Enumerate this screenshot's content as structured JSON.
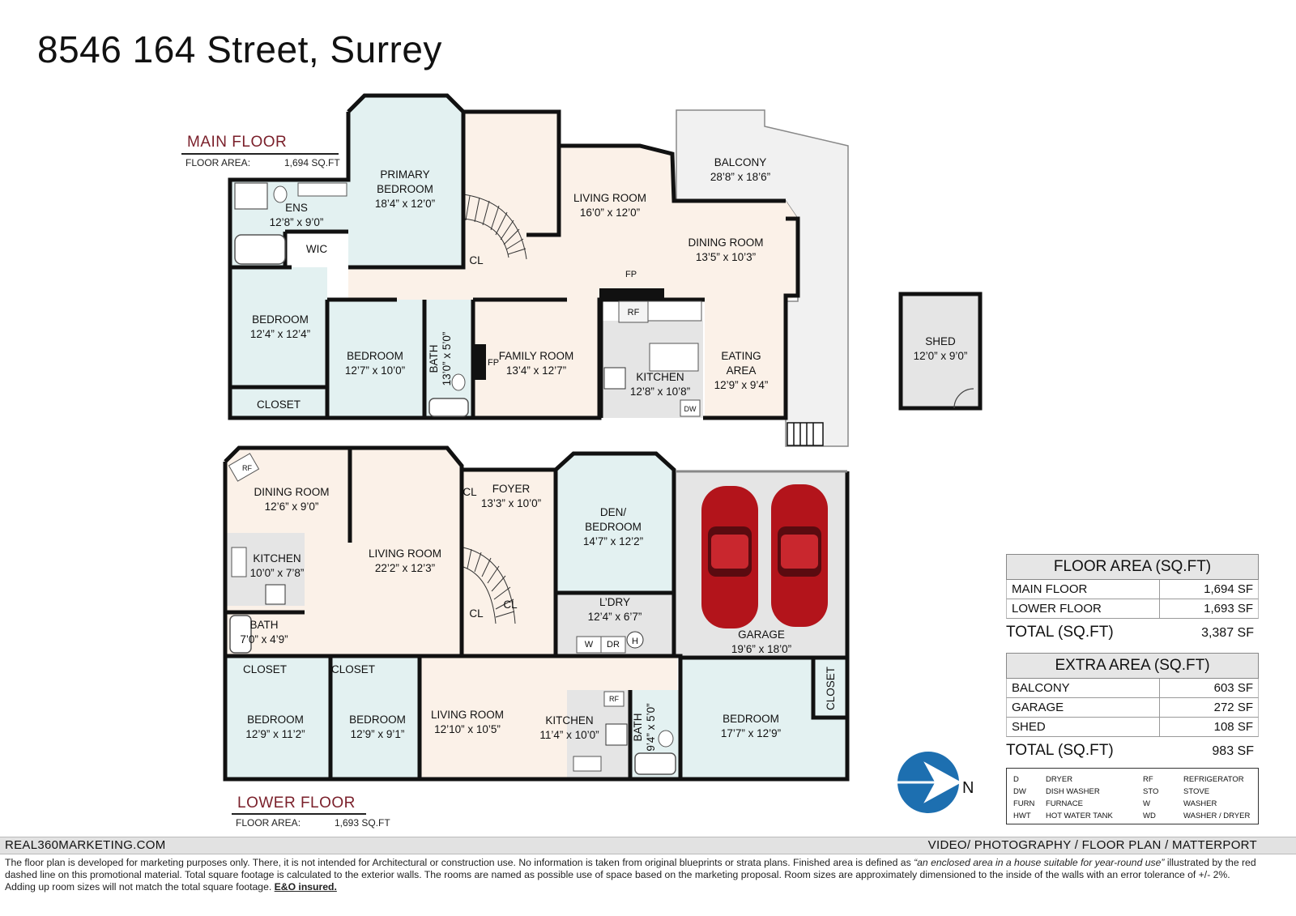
{
  "title": "8546 164 Street, Surrey",
  "main_floor": {
    "label": "MAIN FLOOR",
    "area_label": "FLOOR AREA:",
    "area_value": "1,694 SQ.FT"
  },
  "lower_floor": {
    "label": "LOWER FLOOR",
    "area_label": "FLOOR AREA:",
    "area_value": "1,693 SQ.FT"
  },
  "rooms_main": {
    "primary_bedroom": [
      "PRIMARY",
      "BEDROOM",
      "18’4” x 12’0”"
    ],
    "ens": [
      "ENS",
      "12’8” x 9’0”"
    ],
    "wic": "WIC",
    "cl_stair": "CL",
    "living_room": [
      "LIVING ROOM",
      "16’0” x 12’0”"
    ],
    "balcony": [
      "BALCONY",
      "28’8” x 18’6”"
    ],
    "dining_room": [
      "DINING ROOM",
      "13’5” x 10’3”"
    ],
    "fp_top": "FP",
    "fp_side": "FP",
    "bedroom_a": [
      "BEDROOM",
      "12’4” x 12’4”"
    ],
    "closet_a": "CLOSET",
    "bedroom_b": [
      "BEDROOM",
      "12’7” x 10’0”"
    ],
    "bath": [
      "BATH",
      "13’0” x 5’0”"
    ],
    "family_room": [
      "FAMILY ROOM",
      "13’4” x 12’7”"
    ],
    "kitchen": [
      "KITCHEN",
      "12’8” x 10’8”"
    ],
    "rf": "RF",
    "dw": "DW",
    "eating_area": [
      "EATING",
      "AREA",
      "12’9” x 9’4”"
    ],
    "shed": [
      "SHED",
      "12’0” x 9’0”"
    ]
  },
  "rooms_lower": {
    "rf": "RF",
    "dining_room": [
      "DINING ROOM",
      "12’6” x 9’0”"
    ],
    "living_room": [
      "LIVING ROOM",
      "22’2” x 12’3”"
    ],
    "kitchen": [
      "KITCHEN",
      "10’0” x 7’8”"
    ],
    "bath": [
      "BATH",
      "7’0” x 4’9”"
    ],
    "cl_foyer": "CL",
    "foyer": [
      "FOYER",
      "13’3” x 10’0”"
    ],
    "cl_a": "CL",
    "cl_b": "CL",
    "den": [
      "DEN/",
      "BEDROOM",
      "14’7” x 12’2”"
    ],
    "laundry": [
      "L’DRY",
      "12’4” x 6’7”"
    ],
    "w": "W",
    "dr": "DR",
    "h": "H",
    "garage": [
      "GARAGE",
      "19’6” x 18’0”"
    ],
    "closet_a": "CLOSET",
    "closet_b": "CLOSET",
    "bedroom_a": [
      "BEDROOM",
      "12’9” x 11’2”"
    ],
    "bedroom_b": [
      "BEDROOM",
      "12’9” x 9’1”"
    ],
    "living_room_2": [
      "LIVING ROOM",
      "12’10” x 10’5”"
    ],
    "kitchen_2": [
      "KITCHEN",
      "11’4” x 10’0”"
    ],
    "rf_2": "RF",
    "bath_2": [
      "BATH",
      "9’4” x 5’0”"
    ],
    "bedroom_c": [
      "BEDROOM",
      "17’7” x 12’9”"
    ],
    "closet_c": "CLOSET"
  },
  "floor_area_table": {
    "header": "FLOOR AREA (SQ.FT)",
    "rows": [
      {
        "label": "MAIN FLOOR",
        "value": "1,694 SF"
      },
      {
        "label": "LOWER FLOOR",
        "value": "1,693 SF"
      }
    ],
    "total_label": "TOTAL (SQ.FT)",
    "total_value": "3,387 SF"
  },
  "extra_area_table": {
    "header": "EXTRA AREA (SQ.FT)",
    "rows": [
      {
        "label": "BALCONY",
        "value": "603 SF"
      },
      {
        "label": "GARAGE",
        "value": "272 SF"
      },
      {
        "label": "SHED",
        "value": "108 SF"
      }
    ],
    "total_label": "TOTAL (SQ.FT)",
    "total_value": "983 SF"
  },
  "legend": [
    [
      "D",
      "DRYER",
      "RF",
      "REFRIGERATOR"
    ],
    [
      "DW",
      "DISH WASHER",
      "STO",
      "STOVE"
    ],
    [
      "FURN",
      "FURNACE",
      "W",
      "WASHER"
    ],
    [
      "HWT",
      "HOT WATER TANK",
      "WD",
      "WASHER / DRYER"
    ]
  ],
  "compass_label": "N",
  "footer": {
    "left": "REAL360MARKETING.COM",
    "right": "VIDEO/ PHOTOGRAPHY / FLOOR PLAN / MATTERPORT"
  },
  "disclaimer": {
    "part1": "The floor plan is developed for marketing purposes only. There, it is not intended for Architectural or construction use. No information is  taken from original blueprints or strata plans. Finished area is defined as ",
    "quote": "“an enclosed area in a house suitable for year-round use”",
    "part2": " illustrated by the red dashed line on this promotional material. Total square footage is calculated to the exterior walls. The rooms are named as possible use of space based on the marketing proposal. Room sizes are approximately dimensioned to the inside of the walls with an error tolerance of +/- 2%. Adding up room sizes will not match the total square footage. ",
    "eo": "E&O insured."
  },
  "colors": {
    "bedroom": "#e3f1f1",
    "living": "#fbf1e8",
    "service": "#e5e5e5",
    "balcony": "#f1f1f1",
    "wall": "#111111",
    "label_red": "#7a1f2a",
    "compass": "#1d6fb0",
    "car": "#b3141b"
  }
}
